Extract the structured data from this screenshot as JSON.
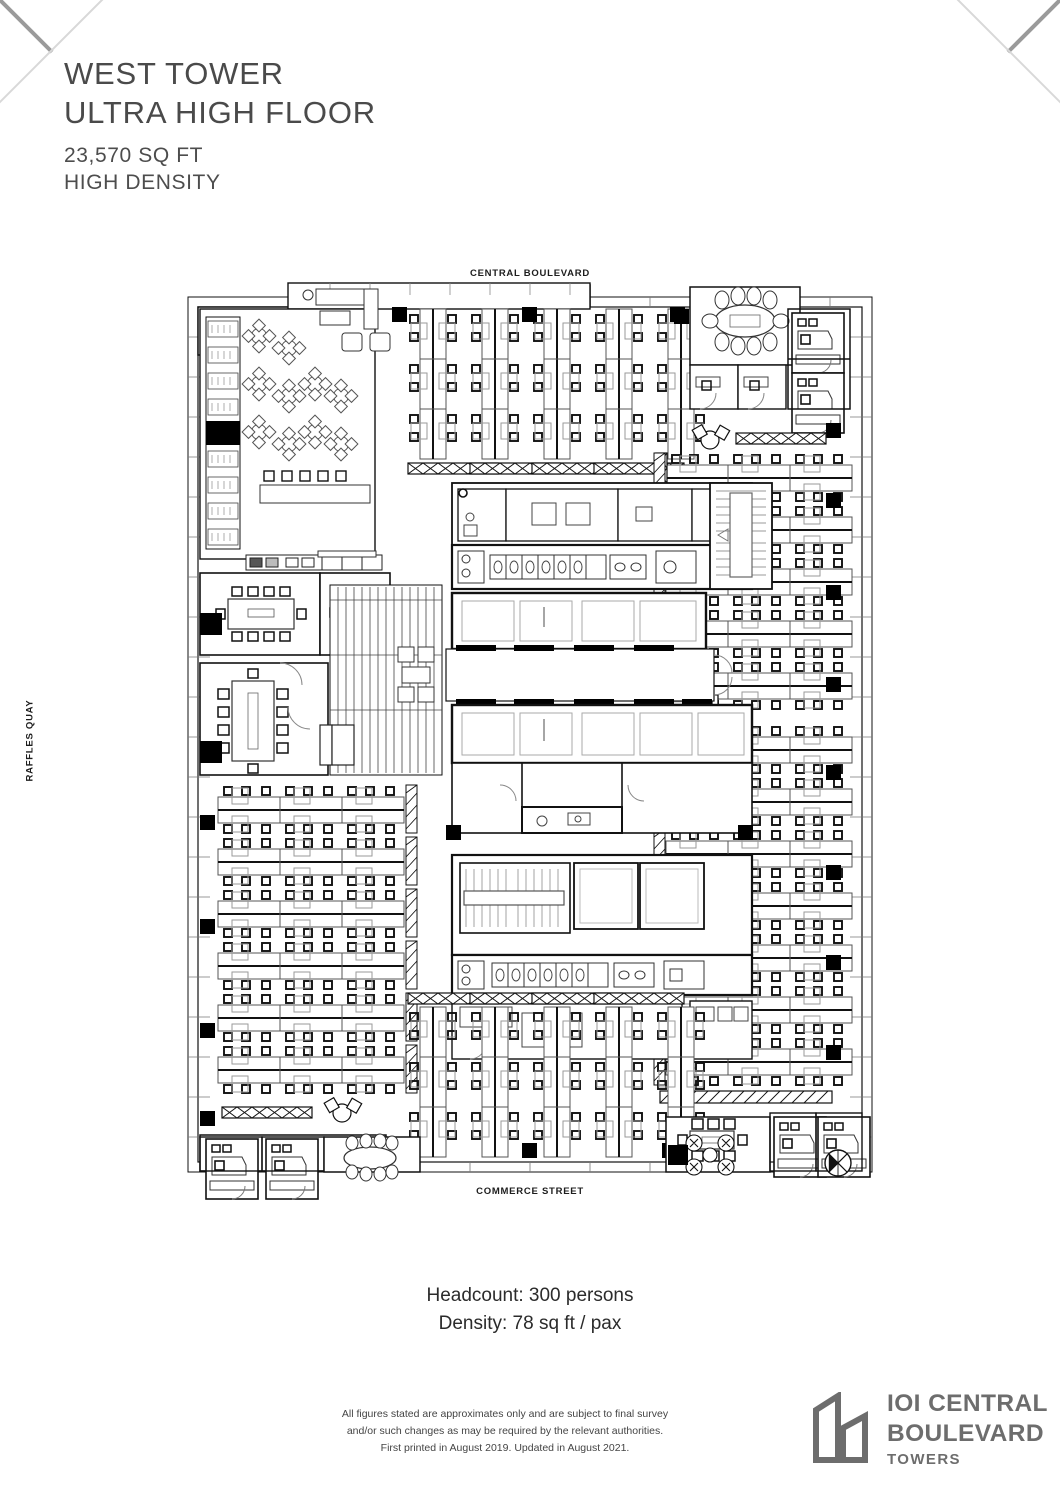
{
  "document": {
    "title_line1": "WEST TOWER",
    "title_line2": "ULTRA HIGH FLOOR",
    "area": "23,570 SQ FT",
    "density_label": "HIGH DENSITY"
  },
  "plan": {
    "street_north": "CENTRAL BOULEVARD",
    "street_south": "COMMERCE STREET",
    "street_west": "RAFFLES QUAY",
    "compass": "north-arrow"
  },
  "metrics": {
    "headcount": "Headcount: 300 persons",
    "density": "Density: 78 sq ft / pax"
  },
  "footer": {
    "disclaimer_line1": "All figures stated are approximates only and are subject to final survey",
    "disclaimer_line2": "and/or such changes as may be required by the relevant authorities.",
    "disclaimer_line3": "First printed in August 2019. Updated in August 2021."
  },
  "brand": {
    "line1": "IOI CENTRAL",
    "line2": "BOULEVARD",
    "line3": "TOWERS",
    "color": "#6d6d6d"
  },
  "colors": {
    "ink": "#000000",
    "title": "#4a4a4a",
    "body": "#3b3b3b",
    "brand": "#6d6d6d",
    "crop_thick": "#9a9a9a",
    "crop_thin": "#d8d8d8"
  }
}
